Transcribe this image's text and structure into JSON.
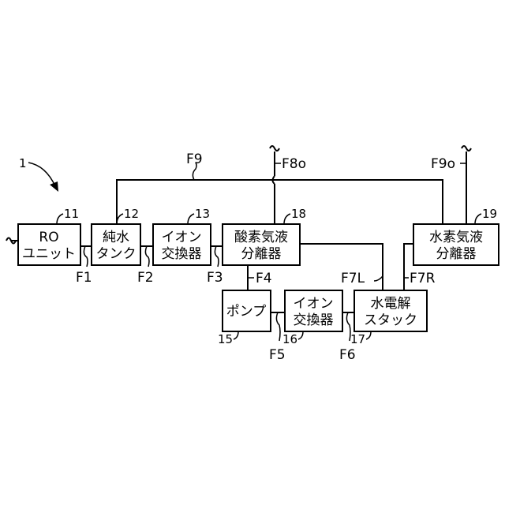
{
  "system_ref": "1",
  "blocks": [
    {
      "id": "ro",
      "ref": "11",
      "lines": [
        "RO",
        "ユニット"
      ]
    },
    {
      "id": "pure_tank",
      "ref": "12",
      "lines": [
        "純水",
        "タンク"
      ]
    },
    {
      "id": "ion_ex_1",
      "ref": "13",
      "lines": [
        "イオン",
        "交換器"
      ]
    },
    {
      "id": "o2_sep",
      "ref": "18",
      "lines": [
        "酸素気液",
        "分離器"
      ]
    },
    {
      "id": "h2_sep",
      "ref": "19",
      "lines": [
        "水素気液",
        "分離器"
      ]
    },
    {
      "id": "pump",
      "ref": "15",
      "lines": [
        "ポンプ"
      ]
    },
    {
      "id": "ion_ex_2",
      "ref": "16",
      "lines": [
        "イオン",
        "交換器"
      ]
    },
    {
      "id": "stack",
      "ref": "17",
      "lines": [
        "水電解",
        "スタック"
      ]
    }
  ],
  "flow_labels": {
    "f1": "F1",
    "f2": "F2",
    "f3": "F3",
    "f4": "F4",
    "f5": "F5",
    "f6": "F6",
    "f7l": "F7L",
    "f7r": "F7R",
    "f8o": "F8o",
    "f9": "F9",
    "f9o": "F9o"
  }
}
